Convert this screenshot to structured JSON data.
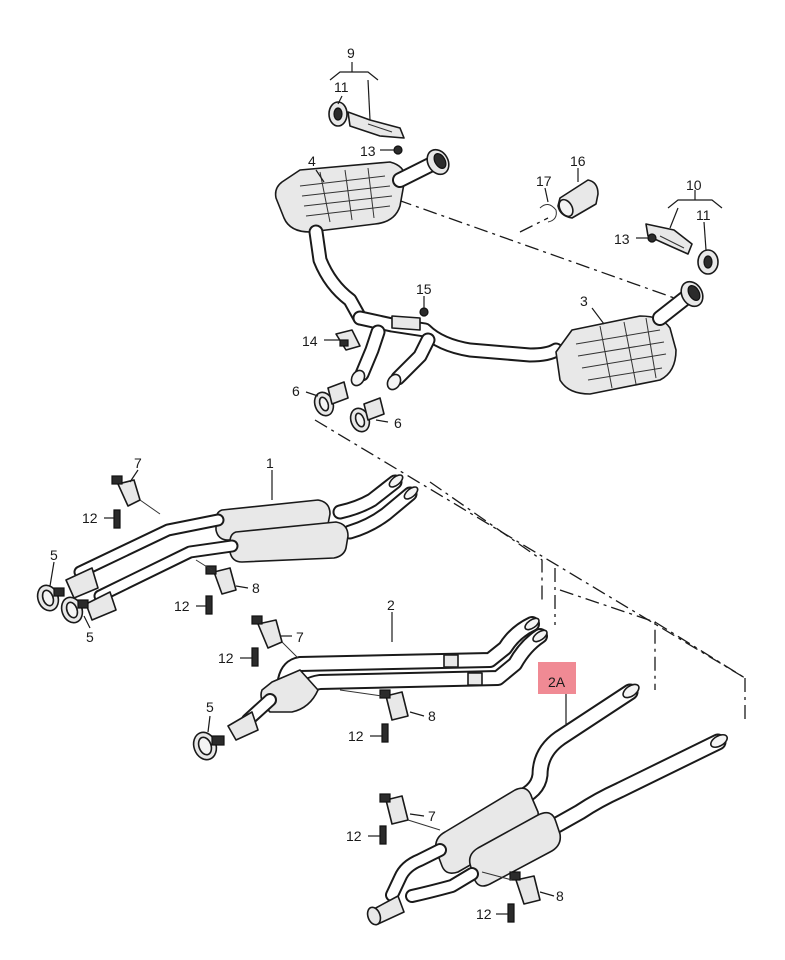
{
  "diagram": {
    "highlight_color": "#f08a94",
    "callouts": {
      "c1": "1",
      "c2": "2",
      "c2a": "2A",
      "c3": "3",
      "c4": "4",
      "c5a": "5",
      "c5b": "5",
      "c5c": "5",
      "c6a": "6",
      "c6b": "6",
      "c7a": "7",
      "c7b": "7",
      "c7c": "7",
      "c8a": "8",
      "c8b": "8",
      "c8c": "8",
      "c9": "9",
      "c10": "10",
      "c11a": "11",
      "c11b": "11",
      "c12a": "12",
      "c12b": "12",
      "c12c": "12",
      "c12d": "12",
      "c12e": "12",
      "c13a": "13",
      "c13b": "13",
      "c14": "14",
      "c15": "15",
      "c16": "16",
      "c17": "17"
    }
  }
}
